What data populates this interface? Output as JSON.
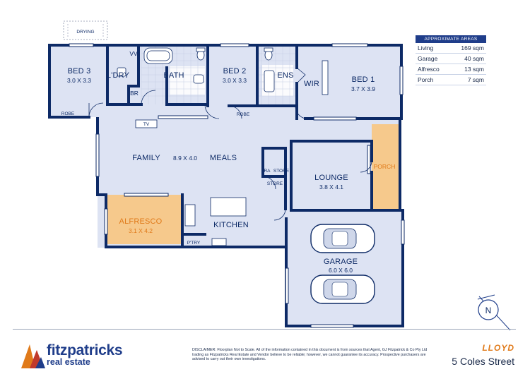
{
  "rooms": {
    "drying": "DRYING",
    "bed3": {
      "name": "BED 3",
      "dims": "3.0 X 3.3"
    },
    "robe1": "ROBE",
    "vv": "VV",
    "ldry": "L'DRY",
    "br": "BR",
    "bath": "BATH",
    "bed2": {
      "name": "BED 2",
      "dims": "3.0 X 3.3"
    },
    "robe2": "ROBE",
    "ens": "ENS",
    "wir": "WIR",
    "bed1": {
      "name": "BED 1",
      "dims": "3.7 X 3.9"
    },
    "tv": "TV",
    "family": "FAMILY",
    "family_dims": "8.9 X 4.0",
    "meals": "MEALS",
    "ra": "RA",
    "store1": "STORE",
    "store2": "STORE",
    "lounge": {
      "name": "LOUNGE",
      "dims": "3.8 X 4.1"
    },
    "porch": "PORCH",
    "alfresco": {
      "name": "ALFRESCO",
      "dims": "3.1 X 4.2"
    },
    "kitchen": "KITCHEN",
    "ptry": "P'TRY",
    "garage": {
      "name": "GARAGE",
      "dims": "6.0 X 6.0"
    }
  },
  "compass": "N",
  "areas": {
    "title": "APPROXIMATE AREAS",
    "rows": [
      {
        "label": "Living",
        "value": "169 sqm"
      },
      {
        "label": "Garage",
        "value": "40 sqm"
      },
      {
        "label": "Alfresco",
        "value": "13 sqm"
      },
      {
        "label": "Porch",
        "value": "7 sqm"
      }
    ]
  },
  "footer": {
    "logo_name": "fitzpatricks",
    "logo_sub": "real estate",
    "disclaimer": "DISCLAIMER: Floorplan Not to Scale. All of the information contained in this document is from sources that Agent, GJ Fitzpatrick & Co Pty Ltd trading as Fitzpatricks Real Estate and Vendor believe to be reliable; however, we cannot guarantee its accuracy. Prospective purchasers are advised to carry out their own investigations.",
    "brand": "LLOYD",
    "address": "5 Coles Street"
  },
  "colors": {
    "wall": "#0d2a66",
    "floor": "#dde3f3",
    "alfresco": "#f6c98c",
    "accent": "#e07a1a"
  }
}
